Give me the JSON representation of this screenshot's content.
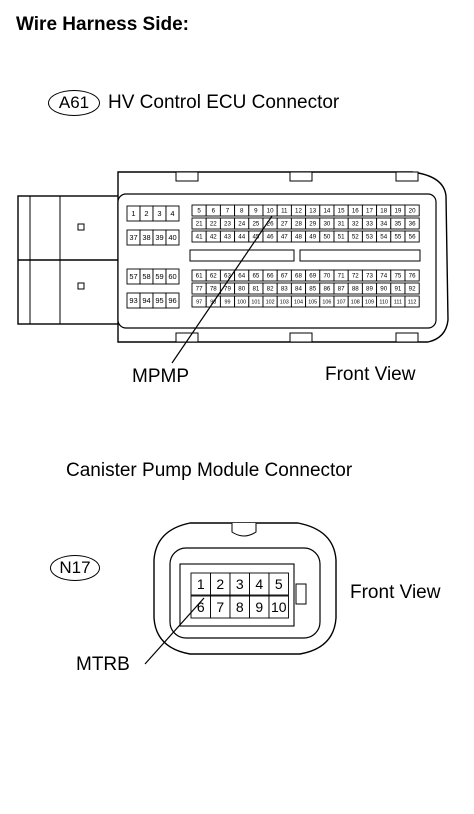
{
  "header": {
    "title": "Wire Harness Side:"
  },
  "a61": {
    "code": "A61",
    "name": "HV Control ECU Connector",
    "view": "Front View",
    "wire": "MPMP",
    "left_block": {
      "top_row1": [
        "1",
        "2",
        "3",
        "4"
      ],
      "top_row2": [
        "37",
        "38",
        "39",
        "40"
      ],
      "bottom_row1": [
        "57",
        "58",
        "59",
        "60"
      ],
      "bottom_row2": [
        "93",
        "94",
        "95",
        "96"
      ]
    },
    "right_block": {
      "top_row1": [
        "5",
        "6",
        "7",
        "8",
        "9",
        "10",
        "11",
        "12",
        "13",
        "14",
        "15",
        "16",
        "17",
        "18",
        "19",
        "20"
      ],
      "top_row2": [
        "21",
        "22",
        "23",
        "24",
        "25",
        "26",
        "27",
        "28",
        "29",
        "30",
        "31",
        "32",
        "33",
        "34",
        "35",
        "36"
      ],
      "top_row3": [
        "41",
        "42",
        "43",
        "44",
        "45",
        "46",
        "47",
        "48",
        "49",
        "50",
        "51",
        "52",
        "53",
        "54",
        "55",
        "56"
      ],
      "bottom_row1": [
        "61",
        "62",
        "63",
        "64",
        "65",
        "66",
        "67",
        "68",
        "69",
        "70",
        "71",
        "72",
        "73",
        "74",
        "75",
        "76"
      ],
      "bottom_row2": [
        "77",
        "78",
        "79",
        "80",
        "81",
        "82",
        "83",
        "84",
        "85",
        "86",
        "87",
        "88",
        "89",
        "90",
        "91",
        "92"
      ],
      "bottom_row3": [
        "97",
        "98",
        "99",
        "100",
        "101",
        "102",
        "103",
        "104",
        "105",
        "106",
        "107",
        "108",
        "109",
        "110",
        "111",
        "112"
      ]
    }
  },
  "n17": {
    "code": "N17",
    "name": "Canister Pump Module Connector",
    "view": "Front View",
    "wire": "MTRB",
    "row1": [
      "1",
      "2",
      "3",
      "4",
      "5"
    ],
    "row2": [
      "6",
      "7",
      "8",
      "9",
      "10"
    ]
  }
}
